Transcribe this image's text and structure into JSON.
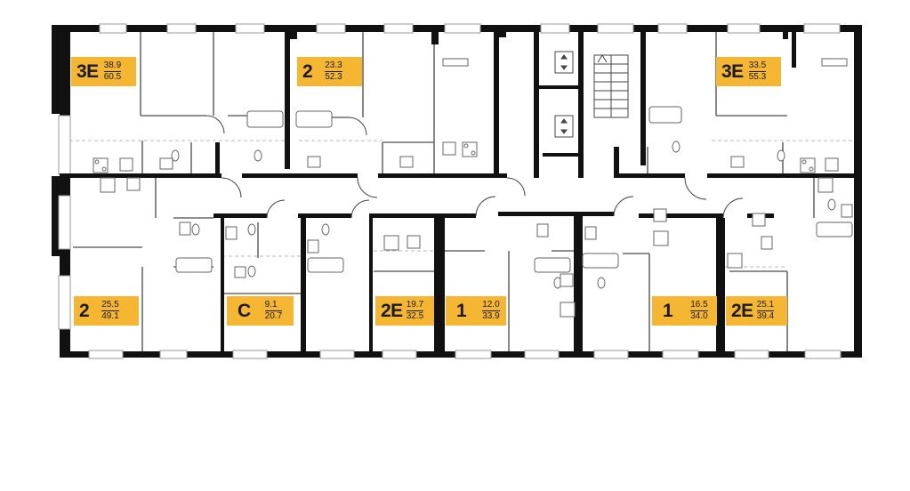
{
  "apartments": [
    {
      "type": "3E",
      "living": "38.9",
      "total": "60.5"
    },
    {
      "type": "2",
      "living": "23.3",
      "total": "52.3"
    },
    {
      "type": "3E",
      "living": "33.5",
      "total": "55.3"
    },
    {
      "type": "2",
      "living": "25.5",
      "total": "49.1"
    },
    {
      "type": "C",
      "living": "9.1",
      "total": "20.7"
    },
    {
      "type": "2E",
      "living": "19.7",
      "total": "32.5"
    },
    {
      "type": "1",
      "living": "12.0",
      "total": "33.9"
    },
    {
      "type": "1",
      "living": "16.5",
      "total": "34.0"
    },
    {
      "type": "2E",
      "living": "25.1",
      "total": "39.4"
    }
  ],
  "colors": {
    "label_bg": "#f5b731",
    "wall": "#111111",
    "partition": "#6a6a6a",
    "window": "#9a9a9a",
    "background": "#ffffff"
  },
  "icons": [
    "elevator-icon",
    "stairs-icon",
    "bathtub-icon",
    "toilet-icon",
    "sink-icon",
    "stove-icon",
    "kitchen-sink-icon"
  ]
}
